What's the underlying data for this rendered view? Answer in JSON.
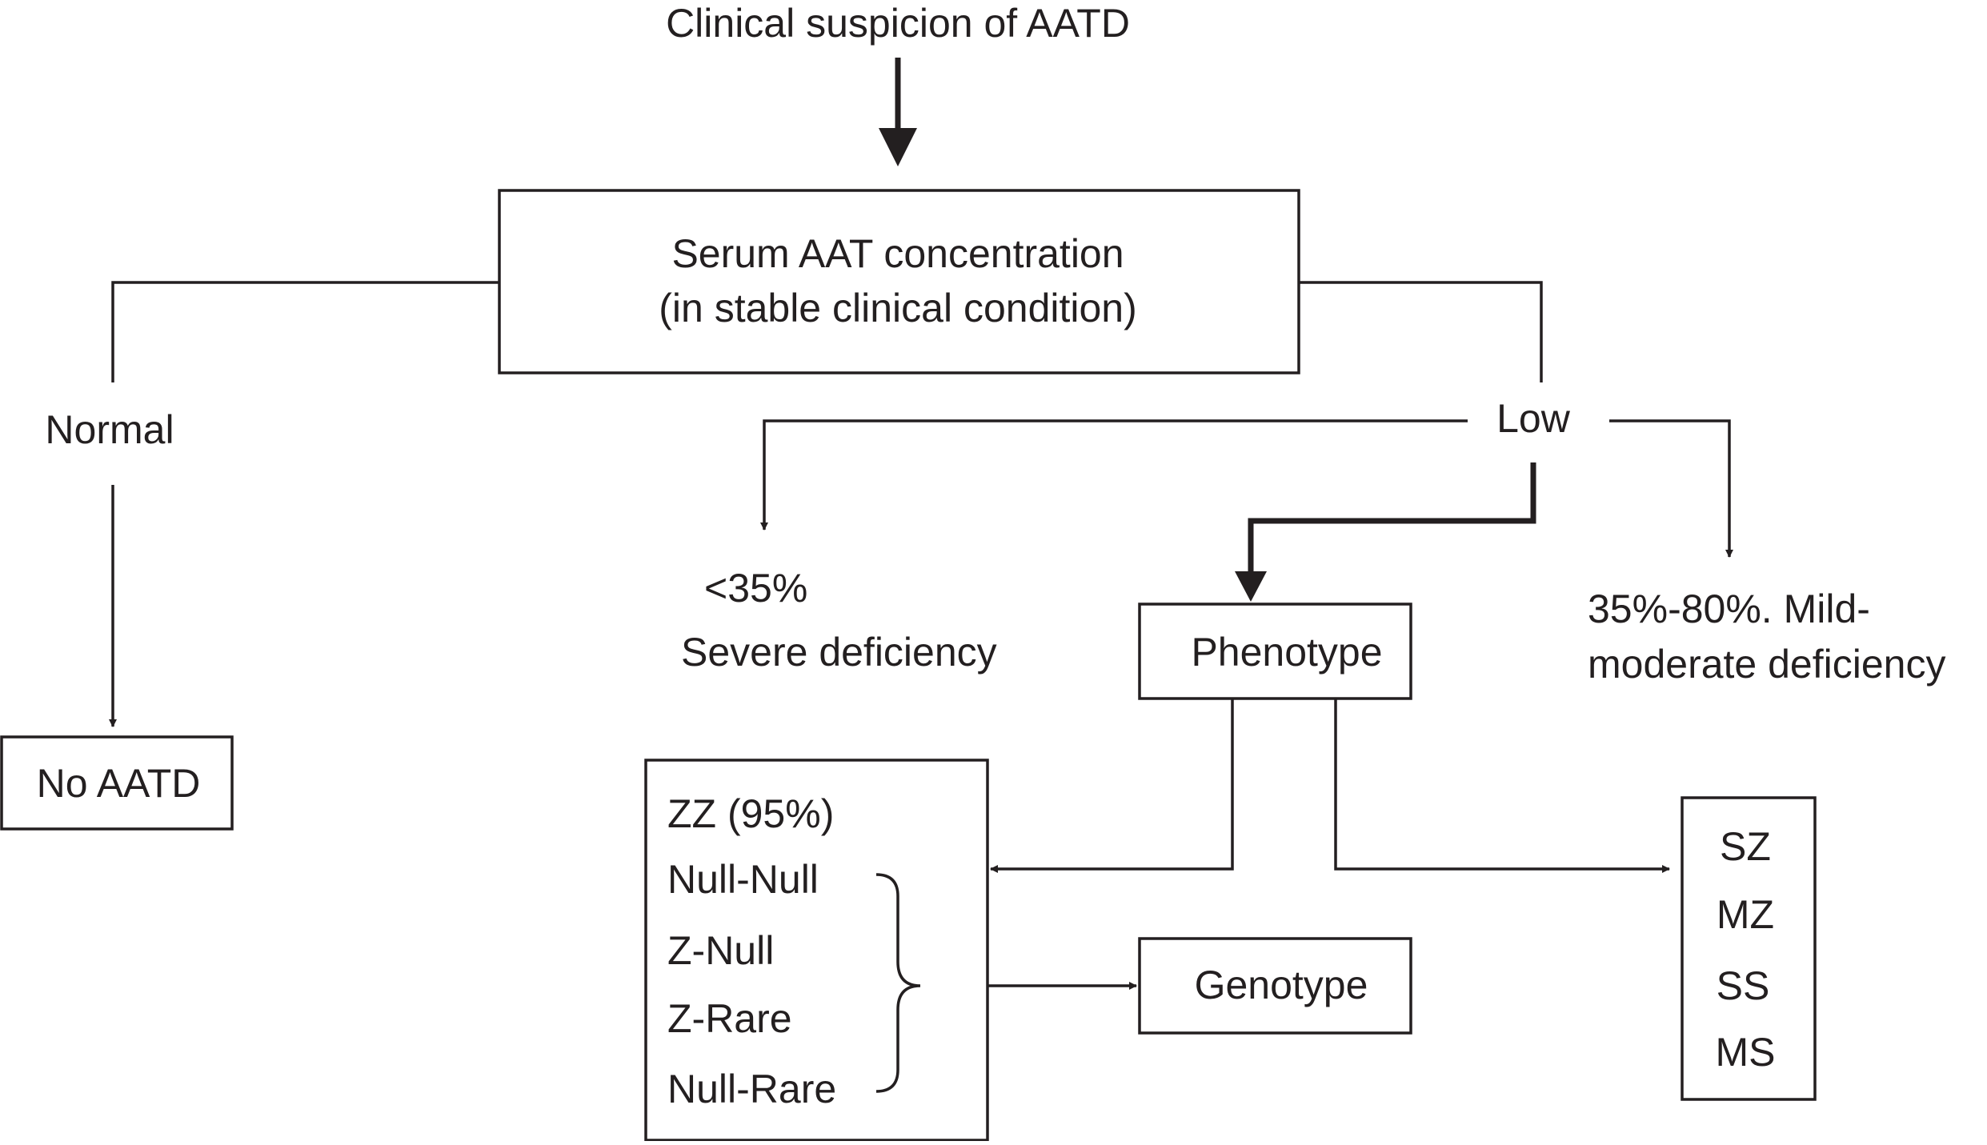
{
  "diagram": {
    "start": "Clinical suspicion of AATD",
    "serum_box": {
      "line1": "Serum AAT concentration",
      "line2": "(in stable clinical condition)"
    },
    "normal_label": "Normal",
    "no_aatd": "No AATD",
    "low_label": "Low",
    "severe": {
      "line1": "<35%",
      "line2": "Severe deficiency"
    },
    "mild": {
      "line1": "35%-80%. Mild-",
      "line2": "moderate deficiency"
    },
    "phenotype": "Phenotype",
    "left_phenotypes": [
      "ZZ (95%)",
      "Null-Null",
      "Z-Null",
      "Z-Rare",
      "Null-Rare"
    ],
    "genotype": "Genotype",
    "right_phenotypes": [
      "SZ",
      "MZ",
      "SS",
      "MS"
    ]
  }
}
